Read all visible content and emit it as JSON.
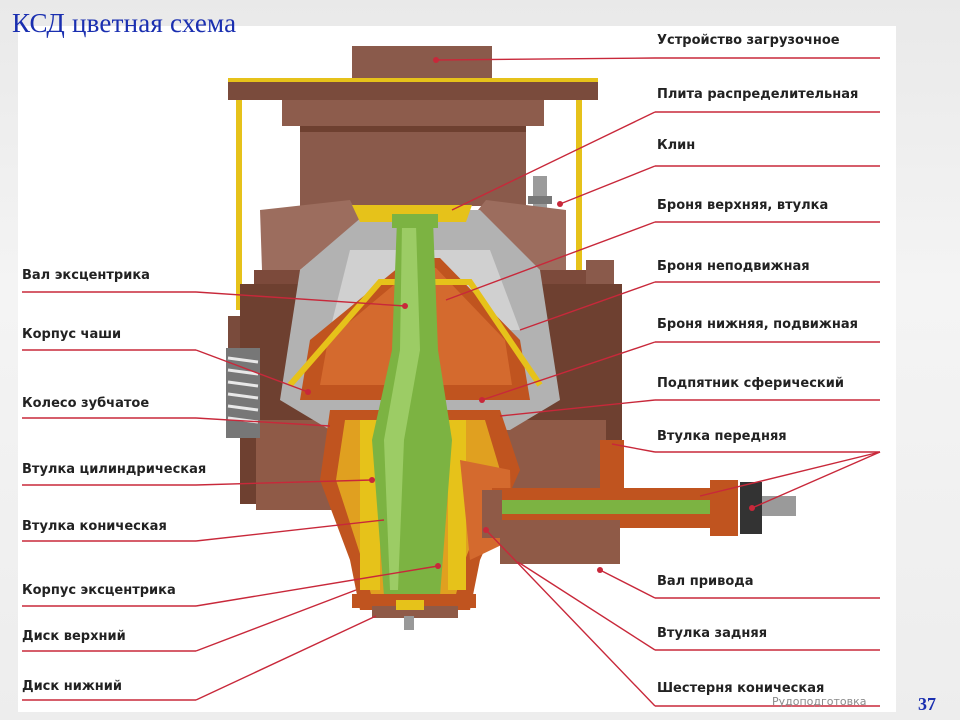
{
  "slide": {
    "title": "КСД цветная схема",
    "page_number": "37",
    "watermark": "Рудоподготовка"
  },
  "labels_left": [
    "Вал эксцентрика",
    "Корпус чаши",
    "Колесо зубчатое",
    "Втулка цилиндрическая",
    "Втулка коническая",
    "Корпус эксцентрика",
    "Диск верхний",
    "Диск нижний"
  ],
  "labels_right": [
    "Устройство загрузочное",
    "Плита распределительная",
    "Клин",
    "Броня верхняя, втулка",
    "Броня неподвижная",
    "Броня нижняя, подвижная",
    "Подпятник сферический",
    "Втулка передняя",
    "Вал привода",
    "Втулка задняя",
    "Шестерня коническая"
  ],
  "colors": {
    "title": "#1a2fb0",
    "leader_line": "#c8283a",
    "housing": "#8f5a47",
    "housing_dark": "#6e4030",
    "shaft": "#7cb342",
    "cone_orange": "#c0541f",
    "bronze": "#e6c21a",
    "steel": "#a8a8a8"
  }
}
